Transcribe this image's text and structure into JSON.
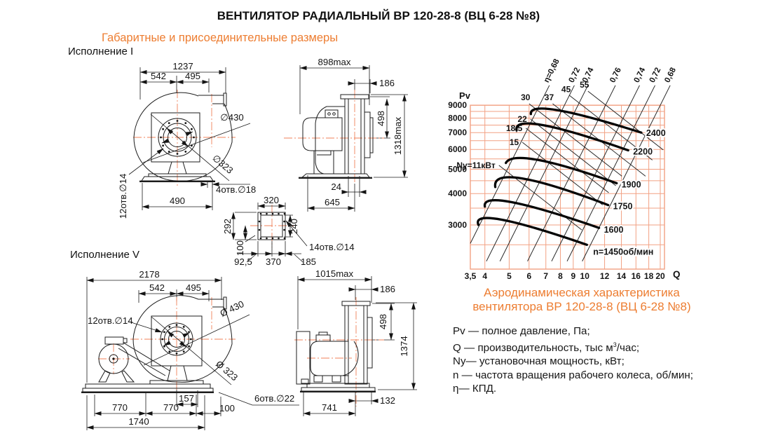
{
  "page": {
    "title": "ВЕНТИЛЯТОР РАДИАЛЬНЫЙ ВР 120-28-8 (ВЦ 6-28 №8)",
    "subtitle": "Габаритные и присоединительные размеры"
  },
  "drawings": {
    "exec1": {
      "label": "Исполнение I",
      "front": {
        "d1237": "1237",
        "d542": "542",
        "d495": "495",
        "d430": "∅430",
        "d323": "∅323",
        "holes12": "12отв.∅14",
        "holes4": "4отв.∅18",
        "d490": "490"
      },
      "side": {
        "d898": "898max",
        "d186": "186",
        "d498": "498",
        "d1318": "1318max",
        "d24": "24",
        "d645": "645"
      }
    },
    "flange": {
      "d320": "320",
      "d292": "292",
      "d240": "240",
      "d100": "100",
      "holes14": "14отв.∅14",
      "d92_5": "92,5",
      "d370": "370",
      "d185": "185"
    },
    "exec5": {
      "label": "Исполнение V",
      "front": {
        "d2178": "2178",
        "d542": "542",
        "d495": "495",
        "holes12": "12отв.∅14",
        "d430": "Ø 430",
        "d323": "Ø 323",
        "d157": "157",
        "d770a": "770",
        "d770b": "770",
        "d100": "100",
        "d1740": "1740",
        "holes6": "6отв.∅22"
      },
      "side": {
        "d1015": "1015max",
        "d186": "186",
        "d498": "498",
        "d1374": "1374",
        "d132": "132",
        "d741": "741"
      }
    }
  },
  "caption": {
    "line1": "Аэродинамическая характеристика",
    "line2": "вентилятора  ВР 120-28-8 (ВЦ 6-28 №8)"
  },
  "legend": {
    "pv": "Pv — полное давление, Па;",
    "q_pre": "Q  — производительность, тыс м",
    "q_sup": "3",
    "q_post": "/час;",
    "ny": "Ny— установочная мощность, кВт;",
    "n": "n — частота вращения рабочего колеса,  об/мин;",
    "eta": "η— КПД."
  },
  "chart_data": {
    "type": "line",
    "title": "Аэродинамическая характеристика вентилятора ВР 120-28-8 (ВЦ 6-28 №8)",
    "xlabel": "Q",
    "ylabel": "Pv",
    "x_unit": "тыс м3/час",
    "y_unit": "Па",
    "scale": "log-log",
    "grid": true,
    "grid_color": "#f2a183",
    "curve_color": "#050505",
    "xlim": [
      3.5,
      20
    ],
    "ylim": [
      2000,
      9000
    ],
    "x_ticks": [
      3.5,
      4,
      5,
      6,
      7,
      8,
      9,
      10,
      12,
      14,
      16,
      18,
      20
    ],
    "x_tick_labels": [
      "3,5",
      "4",
      "5",
      "6",
      "7",
      "8",
      "9",
      "10",
      "12",
      "14",
      "16",
      "18",
      "20"
    ],
    "y_ticks": [
      3000,
      4000,
      5000,
      6000,
      7000,
      8000,
      9000
    ],
    "y_tick_labels": [
      "3000",
      "4000",
      "5000",
      "6000",
      "7000",
      "8000",
      "9000"
    ],
    "y_minor_step": 500,
    "rpm_curves": [
      {
        "label": "2400",
        "points": [
          [
            6.1,
            8300
          ],
          [
            7.8,
            8600
          ],
          [
            16.8,
            7000
          ]
        ],
        "label_offset": [
          7,
          5
        ]
      },
      {
        "label": "2200",
        "points": [
          [
            5.35,
            7150
          ],
          [
            6.8,
            7500
          ],
          [
            14.9,
            5950
          ]
        ],
        "label_offset": [
          7,
          6
        ]
      },
      {
        "label": "1900",
        "points": [
          [
            4.85,
            5300
          ],
          [
            6.5,
            5450
          ],
          [
            13.4,
            4400
          ]
        ],
        "label_offset": [
          7,
          6
        ]
      },
      {
        "label": "1750",
        "points": [
          [
            4.4,
            4250
          ],
          [
            5.6,
            4600
          ],
          [
            12.4,
            3600
          ]
        ],
        "label_offset": [
          7,
          6
        ]
      },
      {
        "label": "1600",
        "points": [
          [
            4.0,
            3550
          ],
          [
            5.1,
            3700
          ],
          [
            11.4,
            2920
          ]
        ],
        "label_offset": [
          7,
          7
        ]
      },
      {
        "label": "n=1450об/мин",
        "points": [
          [
            3.77,
            3000
          ],
          [
            4.65,
            3150
          ],
          [
            10.2,
            2500
          ]
        ],
        "label_offset": [
          9,
          14
        ]
      }
    ],
    "efficiency_lines": [
      {
        "label": "η=0,68",
        "q_at_9000": 6.6
      },
      {
        "label": "0,72",
        "q_at_9000": 8.3
      },
      {
        "label": "0,74",
        "q_at_9000": 9.4
      },
      {
        "label": "0,76",
        "q_at_9000": 12.1
      },
      {
        "label": "0,74",
        "q_at_9000": 15.1
      },
      {
        "label": "0,72",
        "q_at_9000": 17.4
      },
      {
        "label": "0,68",
        "q_at_9000": 20.0
      }
    ],
    "power_lines": [
      {
        "label": "30",
        "q": 6.0,
        "pv": 9125,
        "dlog": 0.37,
        "side": "top"
      },
      {
        "label": "37",
        "q": 7.45,
        "pv": 9125,
        "dlog": 0.37,
        "side": "top"
      },
      {
        "label": "45",
        "q": 8.7,
        "pv": 9840,
        "dlog": 0.33,
        "side": "top"
      },
      {
        "label": "55",
        "q": 10.3,
        "pv": 10240,
        "dlog": 0.3,
        "side": "top"
      },
      {
        "label": "22",
        "q": 6.08,
        "pv": 7920,
        "dlog": 0.34,
        "side": "left"
      },
      {
        "label": "18,5",
        "q": 5.83,
        "pv": 7290,
        "dlog": 0.33,
        "side": "left"
      },
      {
        "label": "15",
        "q": 5.64,
        "pv": 6405,
        "dlog": 0.32,
        "side": "left"
      },
      {
        "label": "Ny=11кВт",
        "q": 4.55,
        "pv": 5185,
        "dlog": 0.33,
        "side": "left"
      }
    ]
  }
}
